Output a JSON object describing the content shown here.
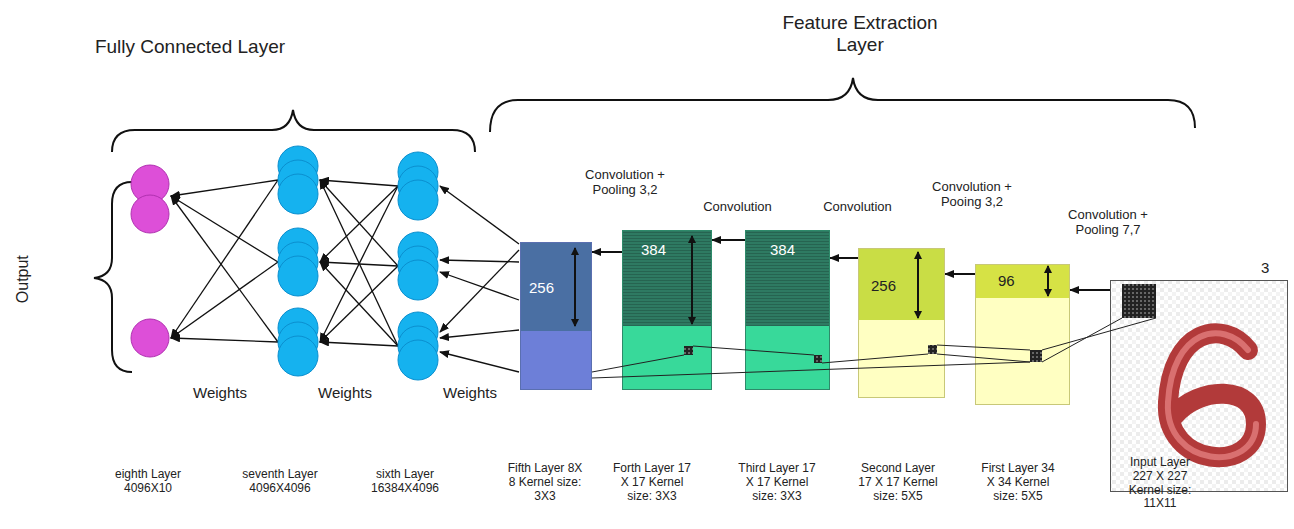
{
  "diagram": {
    "nodes": [
      {
        "text": [
          "256"
        ]
      },
      {
        "text": [
          "384"
        ]
      },
      {
        "text": [
          "384"
        ]
      },
      {
        "text": [
          "256"
        ]
      },
      {
        "text": [
          "96"
        ]
      },
      {
        "text": [
          "3"
        ]
      }
    ],
    "edges": [
      {
        "from": 1,
        "to": 0,
        "arrow": "to",
        "label": "Convolution + Pooling 3,2"
      },
      {
        "from": 2,
        "to": 1,
        "arrow": "to",
        "label": "Convolution"
      },
      {
        "from": 3,
        "to": 2,
        "arrow": "to",
        "label": "Convolution"
      },
      {
        "from": 4,
        "to": 3,
        "arrow": "to",
        "label": "Convolution + Pooing 3,2"
      },
      {
        "from": 5,
        "to": 4,
        "arrow": "to",
        "label": "Convolution + Pooling 7,7"
      }
    ],
    "labels": [
      "Fully Connected Layer",
      "Feature Extraction Layer",
      "Output",
      "Weights",
      "Weights",
      "Weights",
      "eighth Layer 4096X10",
      "seventh Layer 4096X4096",
      "sixth Layer 16384X4096",
      "Fifth Layer 8X 8 Kernel size: 3X3",
      "Forth Layer 17 X 17 Kernel size: 3X3",
      "Third Layer 17 X 17 Kernel size: 3X3",
      "Second Layer 17 X 17 Kernel size: 5X5",
      "First Layer 34 X 34 Kernel size: 5X5",
      "Input Layer 227 X 227 Kernel size: 11X11"
    ]
  }
}
